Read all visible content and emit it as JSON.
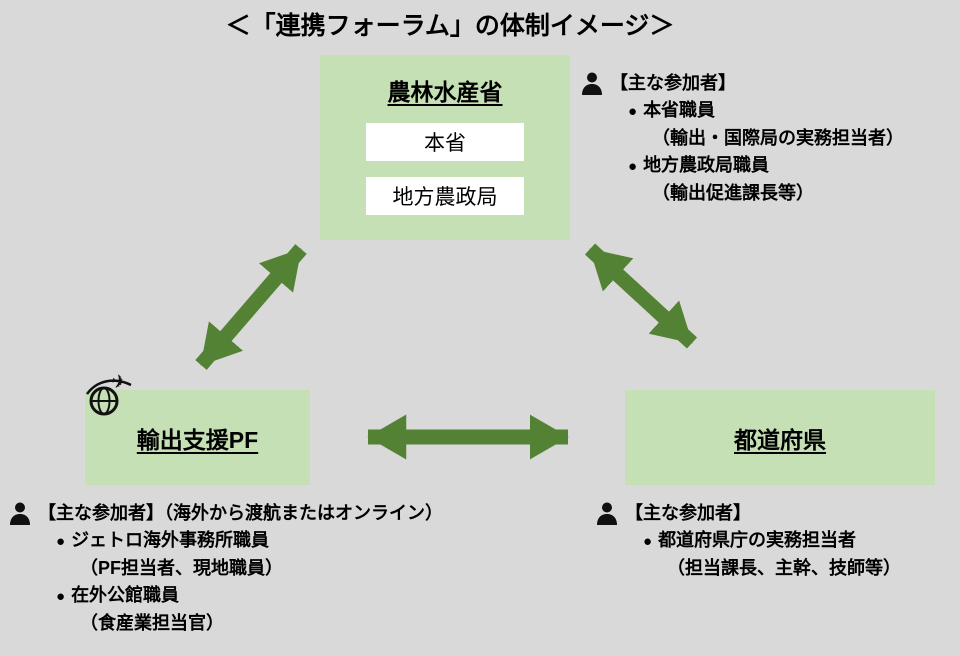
{
  "title": "＜「連携フォーラム」の体制イメージ＞",
  "glyphs": {
    "bullet": "●"
  },
  "colors": {
    "background": "#d9d9d9",
    "node_fill": "#c5e0b4",
    "sub_box_fill": "#ffffff",
    "arrow": "#548235",
    "text": "#000000"
  },
  "nodes": {
    "maff": {
      "label": "農林水産省",
      "sub": [
        "本省",
        "地方農政局"
      ]
    },
    "export_pf": {
      "label": "輸出支援PF"
    },
    "prefectures": {
      "label": "都道府県"
    }
  },
  "participants": {
    "maff": {
      "header": "【主な参加者】",
      "items": [
        {
          "label": "本省職員",
          "detail": "（輸出・国際局の実務担当者）"
        },
        {
          "label": "地方農政局職員",
          "detail": "（輸出促進課長等）"
        }
      ]
    },
    "export_pf": {
      "header": "【主な参加者】（海外から渡航またはオンライン）",
      "items": [
        {
          "label": "ジェトロ海外事務所職員",
          "detail": "（PF担当者、現地職員）"
        },
        {
          "label": "在外公館職員",
          "detail": "（食産業担当官）"
        }
      ]
    },
    "prefectures": {
      "header": "【主な参加者】",
      "items": [
        {
          "label": "都道府県庁の実務担当者",
          "detail": "（担当課長、主幹、技師等）"
        }
      ]
    }
  }
}
